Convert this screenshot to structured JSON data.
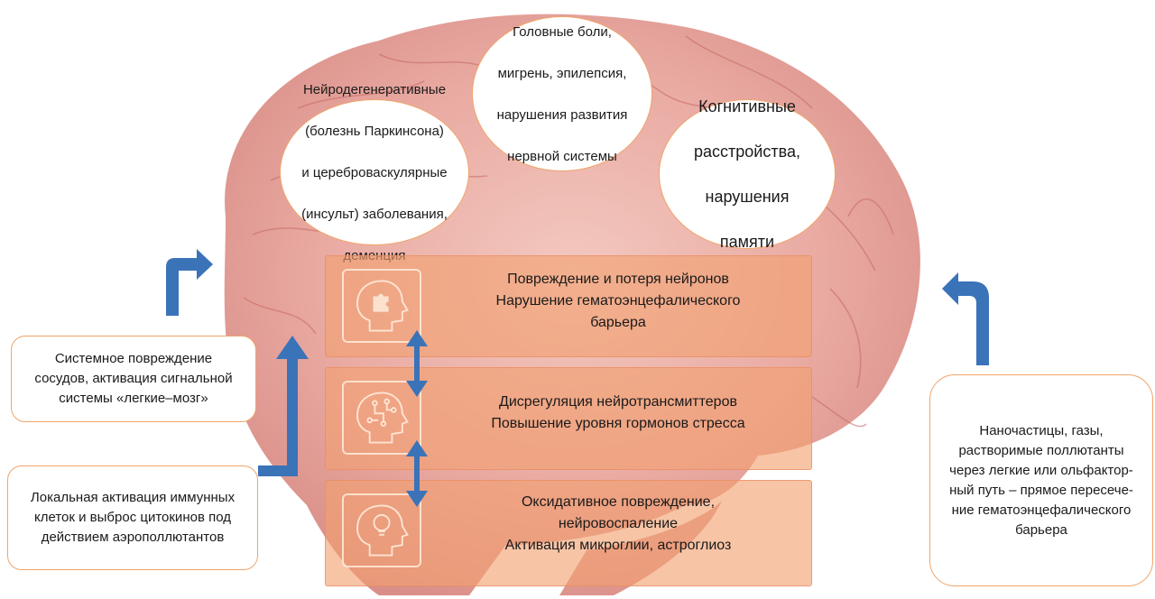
{
  "bubbles": {
    "neurodegenerative": [
      "Нейродегенеративные",
      "(болезнь Паркинсона)",
      "и цереброваскулярные",
      "(инсульт) заболевания,",
      "деменция"
    ],
    "headache": [
      "Головные боли,",
      "мигрень, эпилепсия,",
      "нарушения развития",
      "нервной системы"
    ],
    "cognitive": [
      "Когнитивные",
      "расстройства,",
      "нарушения",
      "памяти"
    ]
  },
  "bands": {
    "neurons": [
      "Повреждение и потеря нейронов",
      "Нарушение гематоэнцефалического",
      "барьера"
    ],
    "neurotransmitters": [
      "Дисрегуляция нейротрансмиттеров",
      "Повышение уровня гормонов стресса"
    ],
    "oxidative": [
      "Оксидативное повреждение,",
      "нейровоспаление",
      "Активация микроглии, астроглиоз"
    ]
  },
  "side": {
    "systemic": [
      "Системное повреждение",
      "сосудов, активация сигнальной",
      "системы «легкие–мозг»"
    ],
    "local": [
      "Локальная активация иммунных",
      "клеток и выброс цитокинов под",
      "действием аэрополлютантов"
    ],
    "nanoparticles": [
      "Наночастицы, газы,",
      "растворимые поллютанты",
      "через легкие или ольфактор-",
      "ный путь – прямое пересече-",
      "ние гематоэнцефалического",
      "барьера"
    ]
  },
  "colors": {
    "arrow": "#3a73b8",
    "border": "#f0a46a",
    "band": "#f2a070",
    "brain": "#e9aaa2"
  },
  "icons": {
    "band1": "head-puzzle-icon",
    "band2": "head-circuit-icon",
    "band3": "head-lightbulb-icon"
  }
}
